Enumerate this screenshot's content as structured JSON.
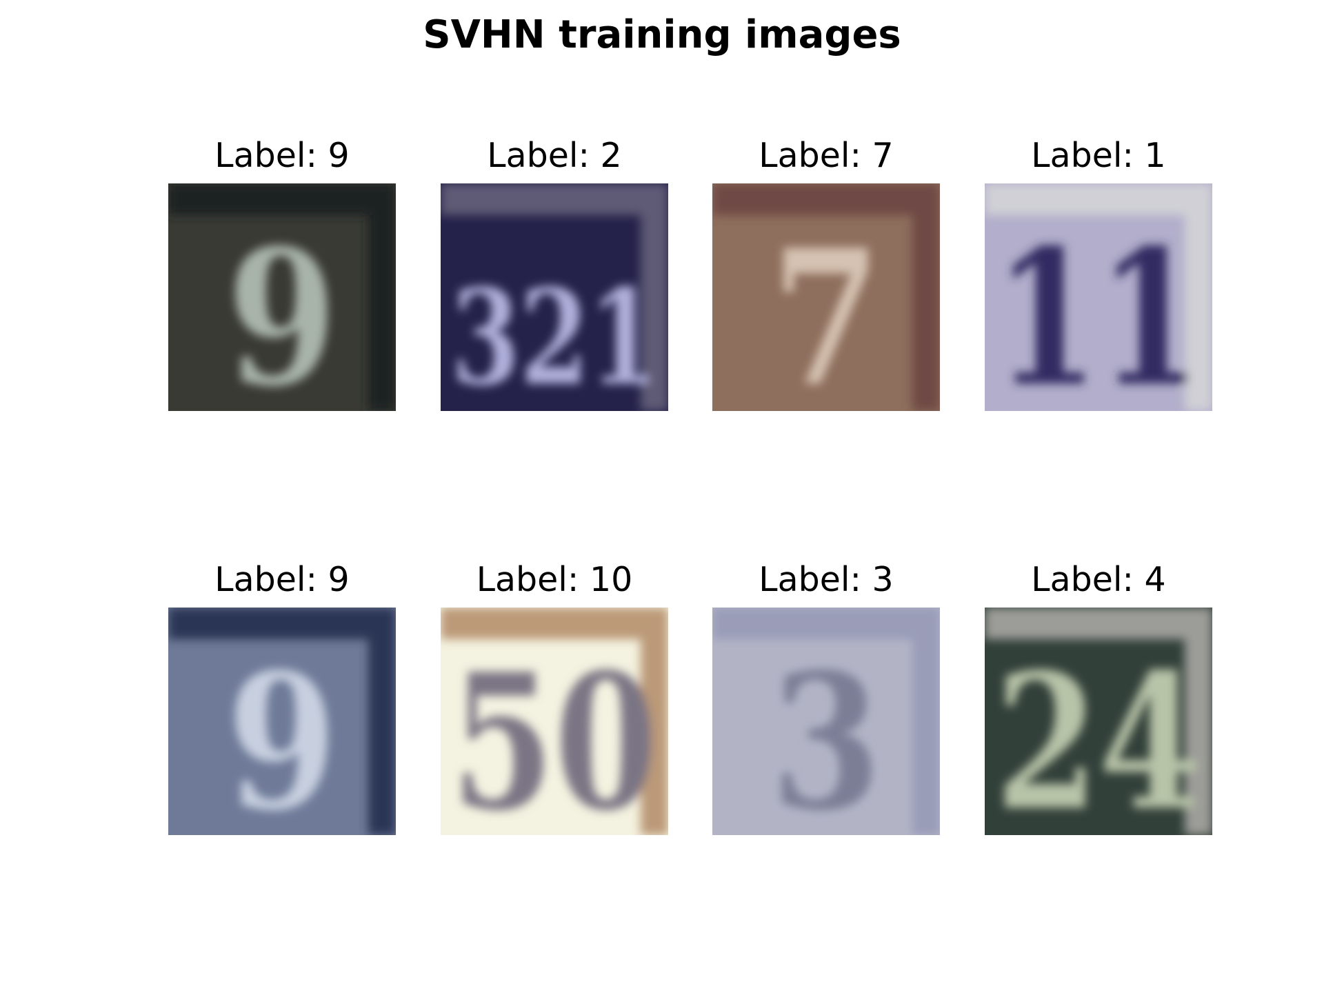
{
  "title": "SVHN training images",
  "images": [
    {
      "label": "Label: 9",
      "digits": "9",
      "bg": "#3a3a34",
      "fg": "#a8b4aa",
      "frame": "#1f2420"
    },
    {
      "label": "Label: 2",
      "digits": "321",
      "bg": "#24224a",
      "fg": "#b0b0dc",
      "frame": "#5e5a74"
    },
    {
      "label": "Label: 7",
      "digits": "7",
      "bg": "#8e6e5c",
      "fg": "#d6c2b2",
      "frame": "#6e4a44"
    },
    {
      "label": "Label: 1",
      "digits": "11",
      "bg": "#b2aecb",
      "fg": "#322a62",
      "frame": "#d0d0d6"
    },
    {
      "label": "Label: 9",
      "digits": "9",
      "bg": "#6e7a98",
      "fg": "#c8d0e0",
      "frame": "#2c3454"
    },
    {
      "label": "Label: 10",
      "digits": "50",
      "bg": "#f4f2e0",
      "fg": "#7a7484",
      "frame": "#bb9a78"
    },
    {
      "label": "Label: 3",
      "digits": "3",
      "bg": "#b2b4c6",
      "fg": "#7c7e96",
      "frame": "#9a9cb8"
    },
    {
      "label": "Label: 4",
      "digits": "24",
      "bg": "#32403a",
      "fg": "#b8c4a8",
      "frame": "#9c9c98"
    }
  ]
}
